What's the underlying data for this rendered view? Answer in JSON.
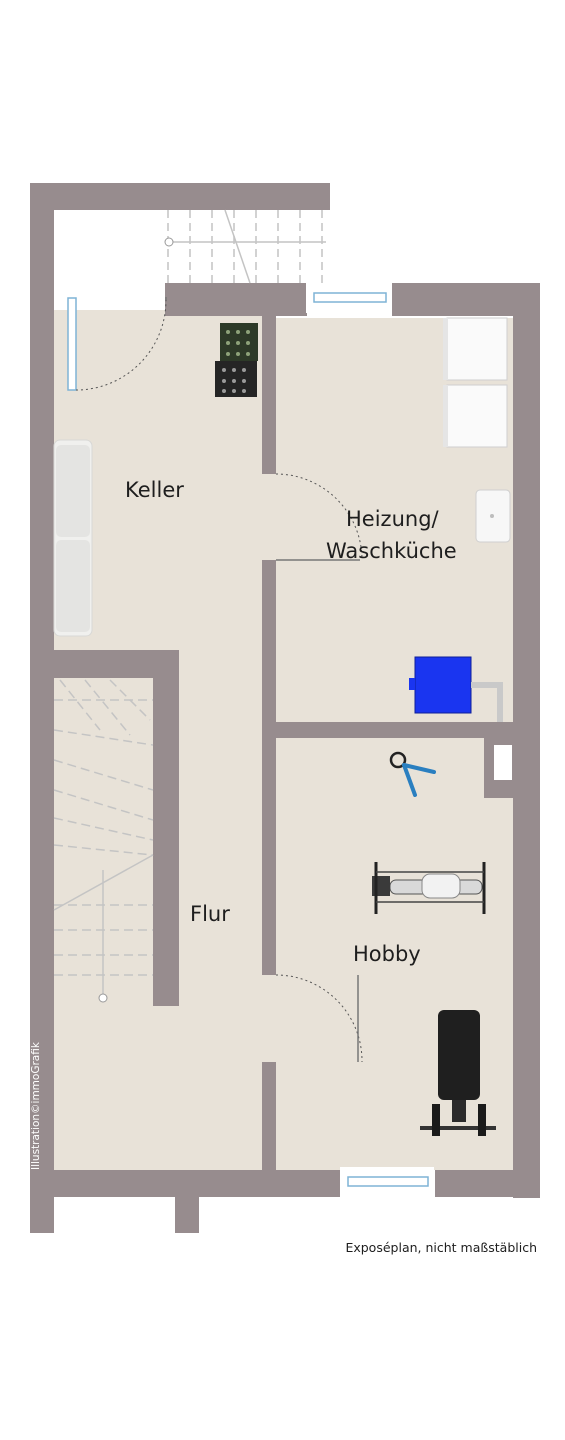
{
  "rooms": {
    "keller": "Keller",
    "heizung_line1": "Heizung/",
    "heizung_line2": "Waschküche",
    "flur": "Flur",
    "hobby": "Hobby"
  },
  "caption": "Exposéplan, nicht maßstäblich",
  "watermark": "Illustration©immoGrafik",
  "colors": {
    "wall": "#978c8e",
    "floor": "#e8e2d8",
    "heater": "#1a35f0",
    "equipment": "#2a2a2a"
  }
}
